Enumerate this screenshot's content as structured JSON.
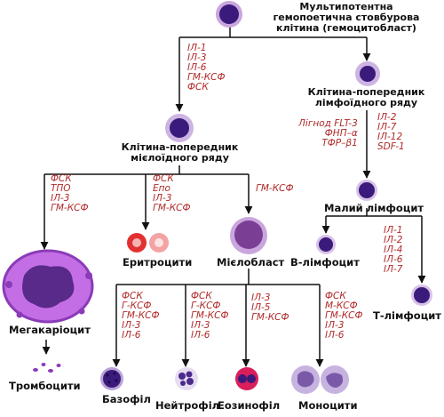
{
  "nodes": {
    "stem": "Мультипотентна\nгемопоетична стовбурова\nклітина (гемоцитобласт)",
    "lymphoid_progenitor": "Клітина-попередник\nлімфоїдного ряду",
    "myeloid_progenitor": "Клітина-попередник\nмієлоїдного ряду",
    "small_lymphocyte": "Малий лімфоцит",
    "b_lymphocyte": "В-лімфоцит",
    "t_lymphocyte": "Т-лімфоцит",
    "erythrocytes": "Еритроцити",
    "myeloblast": "Мієлобласт",
    "megakaryocyte": "Мегакаріоцит",
    "platelets": "Тромбоцити",
    "basophil": "Базофіл",
    "neutrophil": "Нейтрофіл",
    "eosinophil": "Еозинофіл",
    "monocytes": "Моноцити"
  },
  "factors": {
    "stem_to_myeloid": "ІЛ-1\nІЛ-3\nІЛ-6\nГМ-КСФ\nФСК",
    "lymphoid_to_lymphocyte_left": "Лігнод FLT-3\nФНП–α\nТФР–β1",
    "lymphoid_to_lymphocyte_right": "ІЛ-2\nІЛ-7\nІЛ-12\nSDF-1",
    "megakaryocyte": "ФСК\nТПО\nІЛ-3\nГМ-КСФ",
    "erythrocyte": "ФСК\nЕпо\nІЛ-3\nГМ-КСФ",
    "myeloblast": "ГМ-КСФ",
    "t_lymphocyte": "ІЛ-1\nІЛ-2\nІЛ-4\nІЛ-6\nІЛ-7",
    "basophil": "ФСК\nГ-КСФ\nГМ-КСФ\nІЛ-3\nІЛ-6",
    "neutrophil": "ФСК\nГ-КСФ\nГМ-КСФ\nІЛ-3\nІЛ-6",
    "eosinophil": "ІЛ-3\nІЛ-5\nГМ-КСФ",
    "monocyte": "ФСК\nМ-КСФ\nГМ-КСФ\nІЛ-3\nІЛ-6"
  },
  "colors": {
    "cell_nucleus": "#3a1a7a",
    "cell_cytoplasm": "#a872c8",
    "factor_text": "#b02a2a",
    "erythrocyte": "#e23030",
    "megakaryocyte": "#8a3bb8",
    "eosinophil_granules": "#d81e5b"
  }
}
